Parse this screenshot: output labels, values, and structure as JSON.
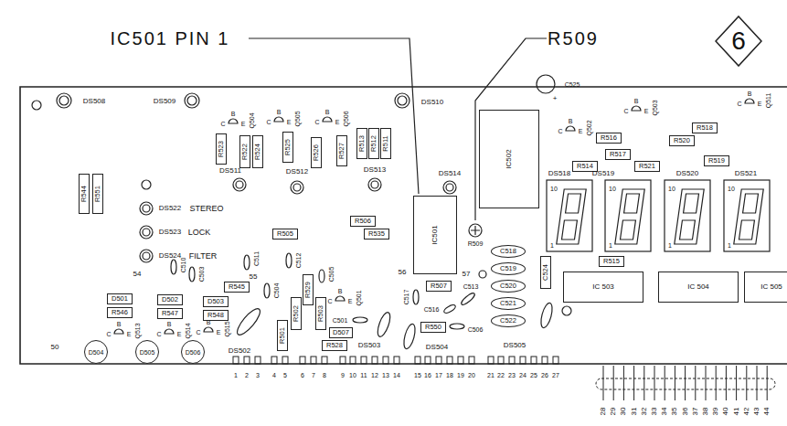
{
  "diagram": {
    "nodes": [
      {
        "text": [
          "6"
        ]
      },
      {
        "text": [
          "IC501"
        ]
      },
      {
        "text": [
          "IC502"
        ]
      },
      {
        "text": [
          "IC 503"
        ]
      },
      {
        "text": [
          "IC 504"
        ]
      },
      {
        "text": [
          "IC 505"
        ]
      },
      {
        "text": [
          "R516"
        ]
      },
      {
        "text": [
          "R518"
        ]
      },
      {
        "text": [
          "R520"
        ]
      },
      {
        "text": [
          "R517"
        ]
      },
      {
        "text": [
          "R521"
        ]
      },
      {
        "text": [
          "R514"
        ]
      },
      {
        "text": [
          "R519"
        ]
      },
      {
        "text": [
          "R515"
        ]
      },
      {
        "text": [
          "R505"
        ]
      },
      {
        "text": [
          "R506"
        ]
      },
      {
        "text": [
          "R535"
        ]
      },
      {
        "text": [
          "R507"
        ]
      },
      {
        "text": [
          "R550"
        ]
      },
      {
        "text": [
          "R545"
        ]
      },
      {
        "text": [
          "R528"
        ]
      },
      {
        "text": [
          "D507"
        ]
      },
      {
        "text": [
          "D501"
        ]
      },
      {
        "text": [
          "R546"
        ]
      },
      {
        "text": [
          "D502"
        ]
      },
      {
        "text": [
          "R547"
        ]
      },
      {
        "text": [
          "D503"
        ]
      },
      {
        "text": [
          "R548"
        ]
      },
      {
        "text": [
          "R544"
        ]
      },
      {
        "text": [
          "R551"
        ]
      },
      {
        "text": [
          "R523"
        ]
      },
      {
        "text": [
          "R522"
        ]
      },
      {
        "text": [
          "R524"
        ]
      },
      {
        "text": [
          "R525"
        ]
      },
      {
        "text": [
          "R526"
        ]
      },
      {
        "text": [
          "R527"
        ]
      },
      {
        "text": [
          "R513"
        ]
      },
      {
        "text": [
          "R512"
        ]
      },
      {
        "text": [
          "R511"
        ]
      },
      {
        "text": [
          "C524"
        ]
      },
      {
        "text": [
          "R529"
        ]
      },
      {
        "text": [
          "R502"
        ]
      },
      {
        "text": [
          "R501"
        ]
      },
      {
        "text": [
          "R503"
        ]
      },
      {
        "text": [
          "C518"
        ]
      },
      {
        "text": [
          "C519"
        ]
      },
      {
        "text": [
          "C520"
        ]
      },
      {
        "text": [
          "C521"
        ]
      },
      {
        "text": [
          "C522"
        ]
      },
      {
        "text": [
          "D504"
        ]
      },
      {
        "text": [
          "D505"
        ]
      },
      {
        "text": [
          "D506"
        ]
      }
    ],
    "labels": [
      "IC501 PIN 1",
      "R509",
      "DS508",
      "DS509",
      "DS510",
      "DS511",
      "DS512",
      "DS513",
      "DS514",
      "R509",
      "C525",
      "+",
      "Q504",
      "Q505",
      "Q506",
      "Q502",
      "Q503",
      "Q511",
      "Q501",
      "Q515",
      "Q513",
      "Q514",
      "DS518",
      "DS519",
      "DS520",
      "DS521",
      "10",
      "10",
      "10",
      "10",
      "1",
      "1",
      "1",
      "1",
      "DS522",
      "STEREO",
      "DS523",
      "LOCK",
      "DS524",
      "FILTER",
      "54",
      "C510",
      "C503",
      "C511",
      "55",
      "C512",
      "C504",
      "C505",
      "56",
      "C517",
      "C513",
      "C516",
      "C506",
      "57",
      "C501",
      "DS502",
      "DS503",
      "DS504",
      "DS505",
      "50",
      "C",
      "B",
      "E",
      "C",
      "B",
      "E",
      "C",
      "B",
      "E",
      "C",
      "B",
      "E",
      "C",
      "B",
      "E",
      "C",
      "B",
      "E",
      "C",
      "B",
      "E",
      "C",
      "B",
      "E",
      "C",
      "B",
      "E",
      "C",
      "B",
      "E",
      "1",
      "2",
      "3",
      "4",
      "5",
      "6",
      "7",
      "8",
      "9",
      "10",
      "11",
      "12",
      "13",
      "14",
      "15",
      "16",
      "17",
      "18",
      "19",
      "20",
      "21",
      "22",
      "23",
      "24",
      "25",
      "26",
      "27",
      "28",
      "29",
      "30",
      "31",
      "32",
      "33",
      "34",
      "35",
      "36",
      "37",
      "38",
      "39",
      "40",
      "41",
      "42",
      "43",
      "44"
    ]
  }
}
